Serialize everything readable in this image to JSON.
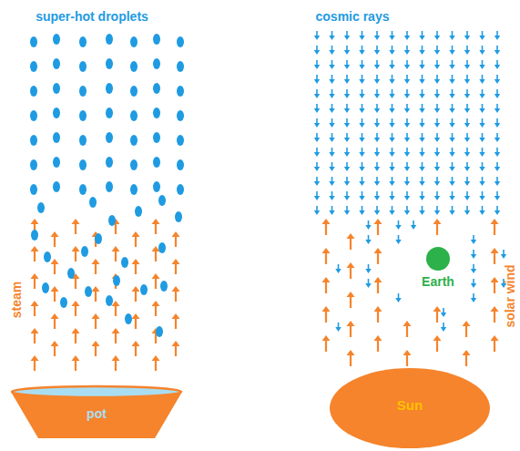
{
  "diagram": {
    "nodes": [
      {
        "text": [
          "pot"
        ]
      },
      {
        "text": [
          "Earth"
        ]
      },
      {
        "text": [
          "Sun"
        ]
      }
    ],
    "labels": [
      "super-hot droplets",
      "steam",
      "cosmic rays",
      "solar wind"
    ]
  }
}
